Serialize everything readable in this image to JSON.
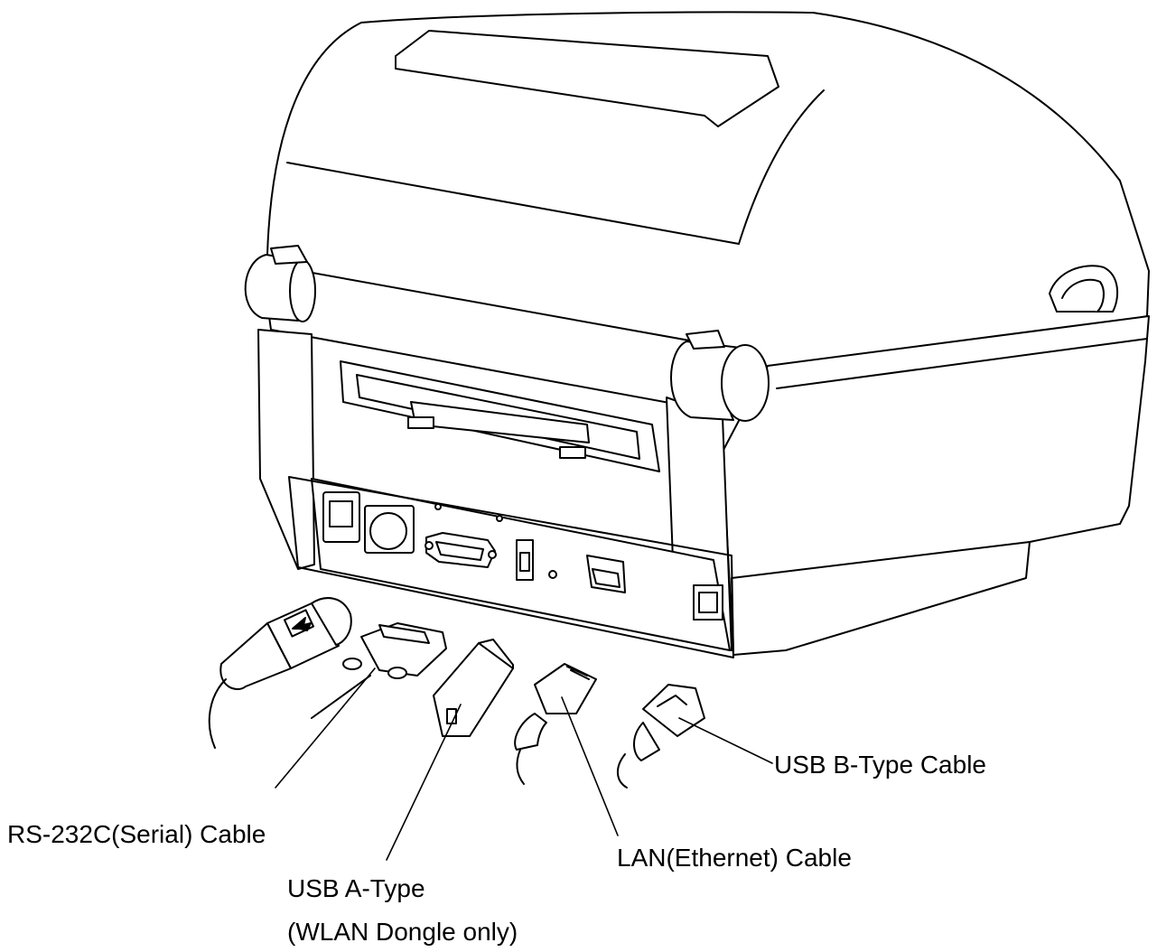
{
  "labels": {
    "usb_b": "USB B-Type Cable",
    "rs232": "RS-232C(Serial) Cable",
    "lan": "LAN(Ethernet) Cable",
    "usb_a_line1": "USB A-Type",
    "usb_a_line2": "(WLAN Dongle only)"
  }
}
